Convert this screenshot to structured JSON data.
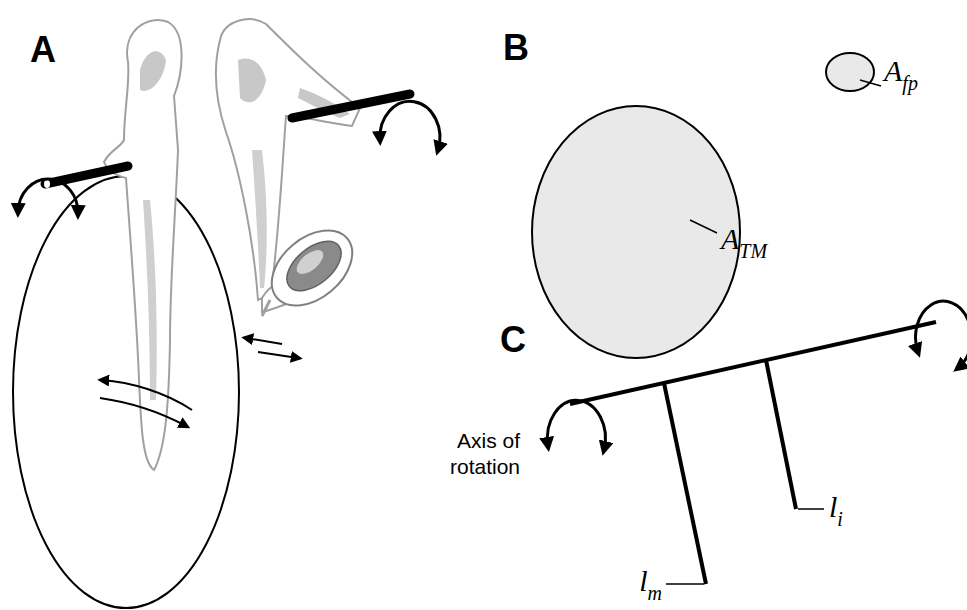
{
  "diagram": {
    "labels": [
      "A",
      "B",
      "Afp",
      "ATM",
      "C",
      "li",
      "Axis of rotation",
      "lm"
    ]
  }
}
